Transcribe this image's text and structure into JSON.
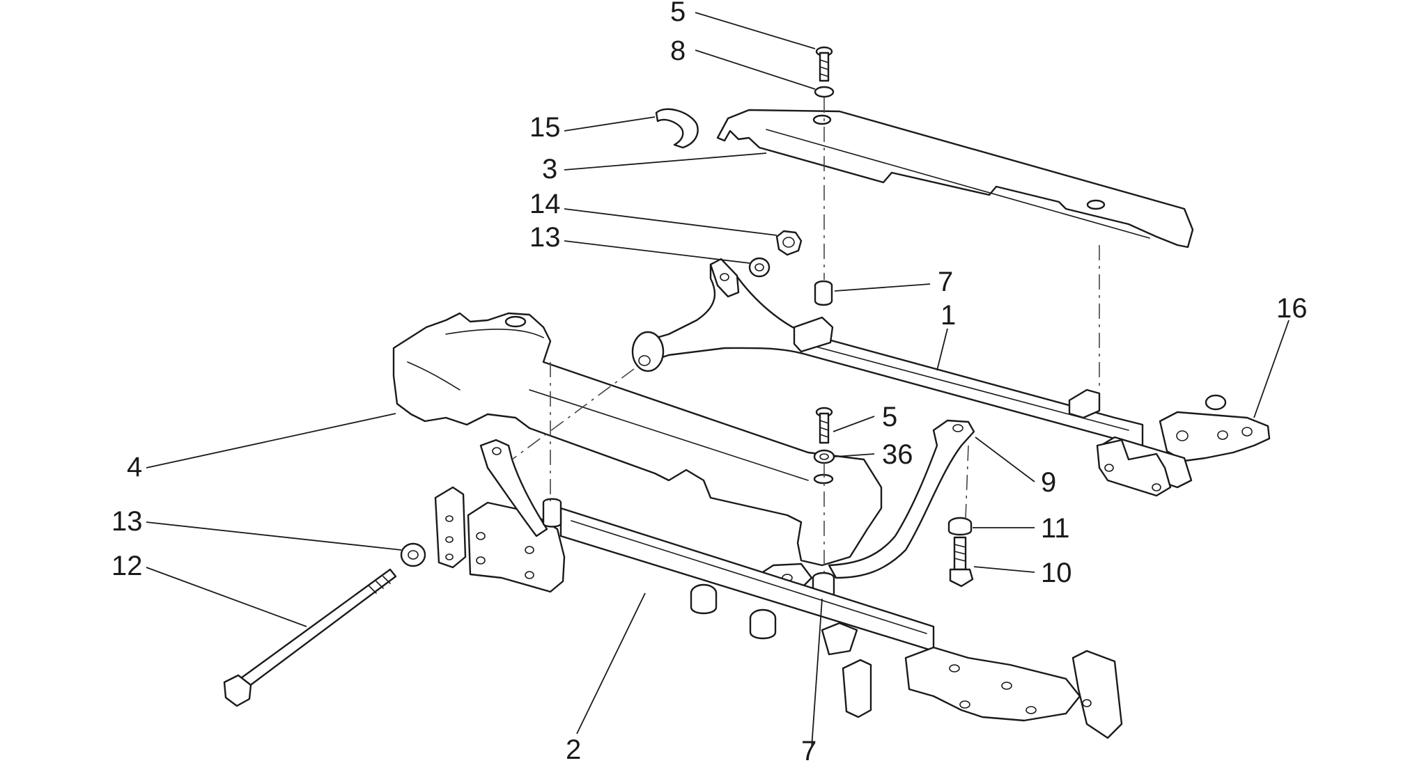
{
  "diagram": {
    "callouts": [
      {
        "id": "c5a",
        "text": "5"
      },
      {
        "id": "c8",
        "text": "8"
      },
      {
        "id": "c15",
        "text": "15"
      },
      {
        "id": "c3",
        "text": "3"
      },
      {
        "id": "c14",
        "text": "14"
      },
      {
        "id": "c13a",
        "text": "13"
      },
      {
        "id": "c7a",
        "text": "7"
      },
      {
        "id": "c1",
        "text": "1"
      },
      {
        "id": "c16",
        "text": "16"
      },
      {
        "id": "c4",
        "text": "4"
      },
      {
        "id": "c5b",
        "text": "5"
      },
      {
        "id": "c36",
        "text": "36"
      },
      {
        "id": "c9",
        "text": "9"
      },
      {
        "id": "c13b",
        "text": "13"
      },
      {
        "id": "c11",
        "text": "11"
      },
      {
        "id": "c12",
        "text": "12"
      },
      {
        "id": "c10",
        "text": "10"
      },
      {
        "id": "c2",
        "text": "2"
      },
      {
        "id": "c7b",
        "text": "7"
      }
    ]
  }
}
